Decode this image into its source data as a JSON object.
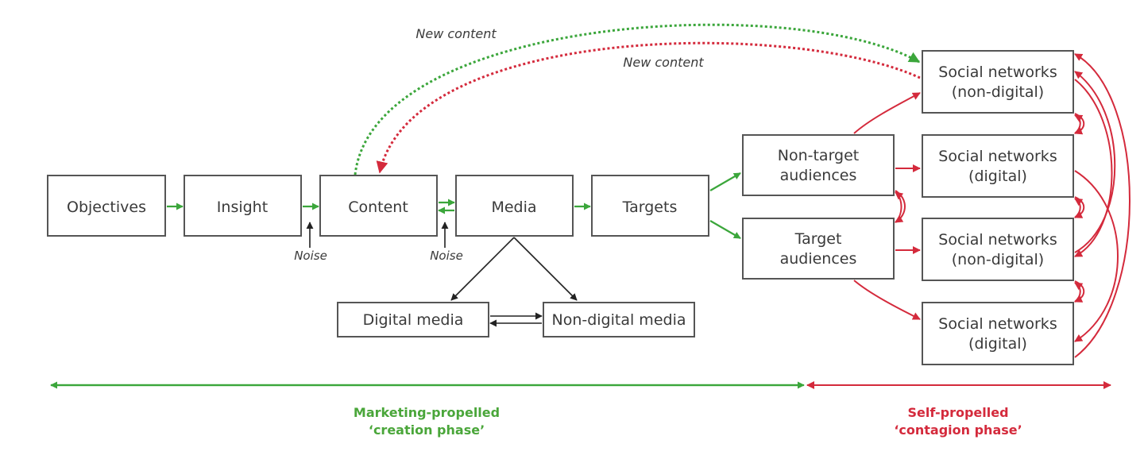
{
  "nodes": {
    "objectives": "Objectives",
    "insight": "Insight",
    "content": "Content",
    "media": "Media",
    "targets": "Targets",
    "digital_media": "Digital media",
    "non_digital_media": "Non-digital media",
    "non_target_audiences": [
      "Non-target",
      "audiences"
    ],
    "target_audiences": [
      "Target",
      "audiences"
    ],
    "social_networks_1": [
      "Social networks",
      "(non-digital)"
    ],
    "social_networks_2": [
      "Social networks",
      "(digital)"
    ],
    "social_networks_3": [
      "Social networks",
      "(non-digital)"
    ],
    "social_networks_4": [
      "Social networks",
      "(digital)"
    ]
  },
  "annotations": {
    "noise_1": "Noise",
    "noise_2": "Noise",
    "new_content_green": "New content",
    "new_content_red": "New content"
  },
  "phases": {
    "marketing": [
      "Marketing-propelled",
      "‘creation phase’"
    ],
    "self": [
      "Self-propelled",
      "‘contagion phase’"
    ]
  },
  "colors": {
    "marketing_arrow": "#3ba63b",
    "contagion_arrow": "#d42a3c",
    "marketing_text": "#4aa63a",
    "contagion_text": "#d42a3c"
  }
}
